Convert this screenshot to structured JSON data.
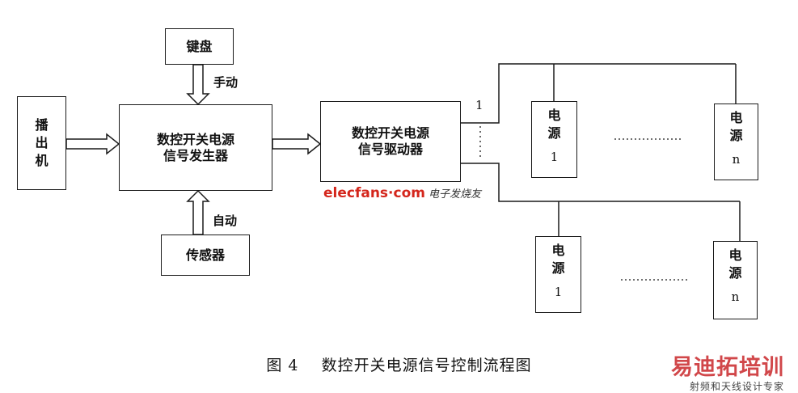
{
  "nodes": {
    "keyboard": "键盘",
    "player": "播出机",
    "generator": "数控开关电源\n信号发生器",
    "sensor": "传感器",
    "driver": "数控开关电源\n信号驱动器"
  },
  "edge_labels": {
    "manual": "手动",
    "auto": "自动",
    "port_one": "1"
  },
  "power_supplies": {
    "name": "电源",
    "top_first_index": "1",
    "top_last_index": "n",
    "bottom_first_index": "1",
    "bottom_last_index": "n"
  },
  "caption": "图 4    数控开关电源信号控制流程图",
  "watermarks": {
    "elecfans_brand": "elecfans·com",
    "elecfans_sub": "电子发烧友",
    "site_name": "易迪拓培训",
    "site_tagline": "射频和天线设计专家"
  }
}
